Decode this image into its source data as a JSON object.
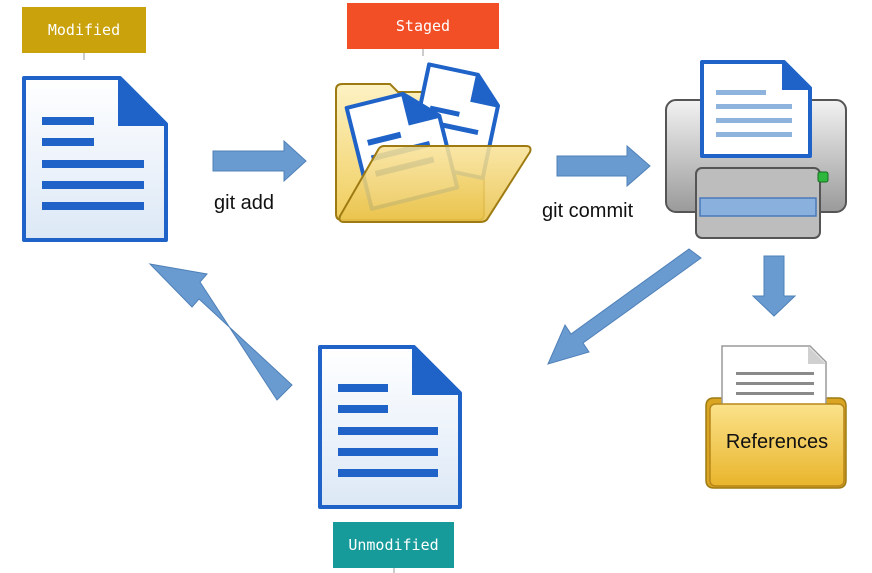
{
  "states": {
    "modified": "Modified",
    "staged": "Staged",
    "unmodified": "Unmodified"
  },
  "transitions": {
    "add": "git add",
    "commit": "git commit"
  },
  "references": "References",
  "colors": {
    "modified_tag": "#c9a20c",
    "staged_tag": "#f24f27",
    "unmodified_tag": "#179a9a",
    "arrow": "#6a9bd0",
    "document_blue": "#1f63c8",
    "folder_yellow": "#f3d97a"
  },
  "icons": [
    "document-icon",
    "open-folder-icon",
    "printer-icon",
    "folder-icon"
  ]
}
